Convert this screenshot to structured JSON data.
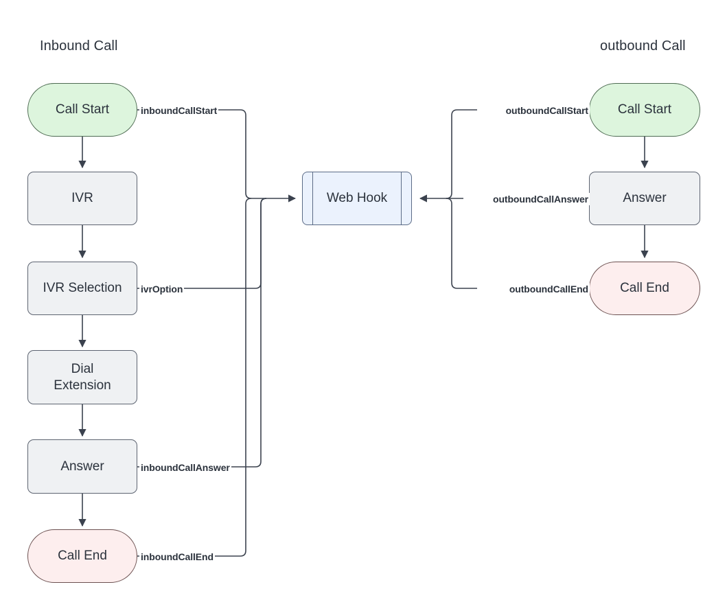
{
  "diagram": {
    "title_inbound": "Inbound Call",
    "title_outbound": "outbound Call",
    "colors": {
      "start_fill": "#ddf5dd",
      "end_fill": "#fdeeee",
      "process_fill": "#eff1f3",
      "hook_fill": "#ebf2fd",
      "stroke": "#5c6370",
      "text": "#2b323c",
      "background": "#ffffff"
    },
    "inbound_nodes": [
      {
        "id": "inbound-call-start",
        "label": "Call Start",
        "shape": "stadium",
        "kind": "start"
      },
      {
        "id": "inbound-ivr",
        "label": "IVR",
        "shape": "rounded-rect",
        "kind": "process"
      },
      {
        "id": "inbound-ivr-selection",
        "label": "IVR Selection",
        "shape": "rounded-rect",
        "kind": "process"
      },
      {
        "id": "inbound-dial-extension",
        "label": "Dial Extension",
        "shape": "rounded-rect",
        "kind": "process"
      },
      {
        "id": "inbound-answer",
        "label": "Answer",
        "shape": "rounded-rect",
        "kind": "process"
      },
      {
        "id": "inbound-call-end",
        "label": "Call End",
        "shape": "stadium",
        "kind": "end"
      }
    ],
    "outbound_nodes": [
      {
        "id": "outbound-call-start",
        "label": "Call Start",
        "shape": "stadium",
        "kind": "start"
      },
      {
        "id": "outbound-answer",
        "label": "Answer",
        "shape": "rounded-rect",
        "kind": "process"
      },
      {
        "id": "outbound-call-end",
        "label": "Call End",
        "shape": "stadium",
        "kind": "end"
      }
    ],
    "hook_node": {
      "id": "web-hook",
      "label": "Web Hook",
      "shape": "subroutine",
      "kind": "hook"
    },
    "edge_labels": {
      "inbound_call_start": "inboundCallStart",
      "ivr_option": "ivrOption",
      "inbound_call_answer": "inboundCallAnswer",
      "inbound_call_end": "inboundCallEnd",
      "outbound_call_start": "outboundCallStart",
      "outbound_call_answer": "outboundCallAnswer",
      "outbound_call_end": "outboundCallEnd"
    }
  }
}
